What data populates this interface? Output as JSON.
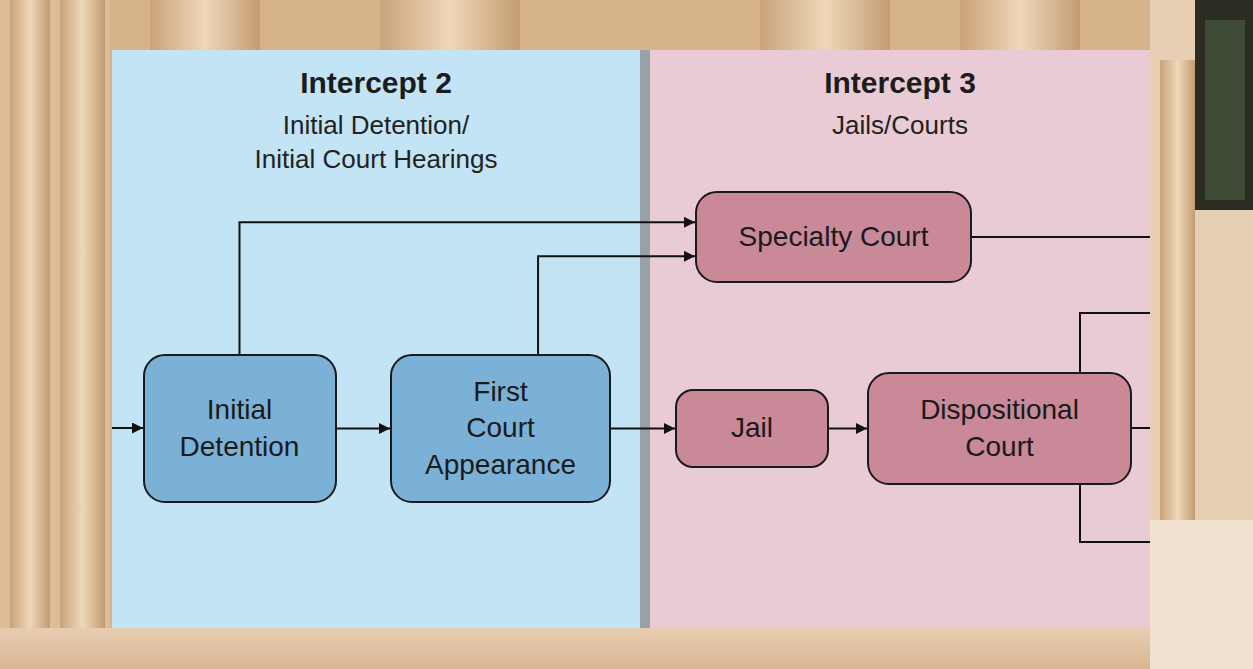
{
  "diagram": {
    "nodes": [
      {
        "text": [
          "Intercept 2",
          "Initial Detention/ Initial Court Hearings"
        ]
      },
      {
        "text": [
          "Initial Detention"
        ],
        "in": 0
      },
      {
        "text": [
          "First Court Appearance"
        ],
        "in": 0
      },
      {
        "text": [
          "Intercept 3",
          "Jails/Courts"
        ]
      },
      {
        "text": [
          "Specialty Court"
        ],
        "in": 3
      },
      {
        "text": [
          "Jail"
        ],
        "in": 3
      },
      {
        "text": [
          "Dispositional Court"
        ],
        "in": 3
      }
    ],
    "edges": [
      {
        "from": 1,
        "to": 2,
        "arrow": "to"
      },
      {
        "from": 1,
        "to": 4,
        "arrow": "to"
      },
      {
        "from": 2,
        "to": 4,
        "arrow": "to"
      },
      {
        "from": 2,
        "to": 5,
        "arrow": "to"
      },
      {
        "from": 5,
        "to": 6,
        "arrow": "to"
      }
    ]
  }
}
